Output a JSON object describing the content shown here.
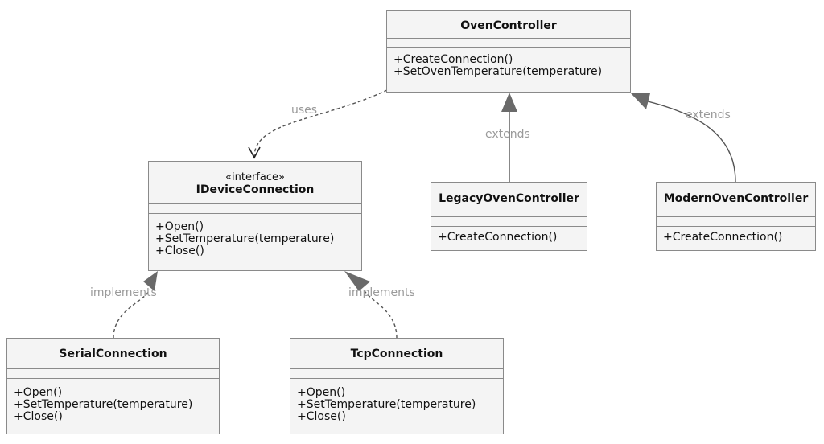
{
  "classes": {
    "oven_controller": {
      "name": "OvenController",
      "methods": [
        "+CreateConnection()",
        "+SetOvenTemperature(temperature)"
      ]
    },
    "idevice_connection": {
      "stereotype": "«interface»",
      "name": "IDeviceConnection",
      "methods": [
        "+Open()",
        "+SetTemperature(temperature)",
        "+Close()"
      ]
    },
    "legacy_oven_controller": {
      "name": "LegacyOvenController",
      "methods": [
        "+CreateConnection()"
      ]
    },
    "modern_oven_controller": {
      "name": "ModernOvenController",
      "methods": [
        "+CreateConnection()"
      ]
    },
    "serial_connection": {
      "name": "SerialConnection",
      "methods": [
        "+Open()",
        "+SetTemperature(temperature)",
        "+Close()"
      ]
    },
    "tcp_connection": {
      "name": "TcpConnection",
      "methods": [
        "+Open()",
        "+SetTemperature(temperature)",
        "+Close()"
      ]
    }
  },
  "relations": {
    "uses": "uses",
    "extends_legacy": "extends",
    "extends_modern": "extends",
    "implements_serial": "implements",
    "implements_tcp": "implements"
  },
  "colors": {
    "box_fill": "#f4f4f4",
    "box_border": "#8a8a8a",
    "edge_line": "#555555",
    "edge_label": "#9a9a9a",
    "arrow_head": "#6a6a6a"
  }
}
